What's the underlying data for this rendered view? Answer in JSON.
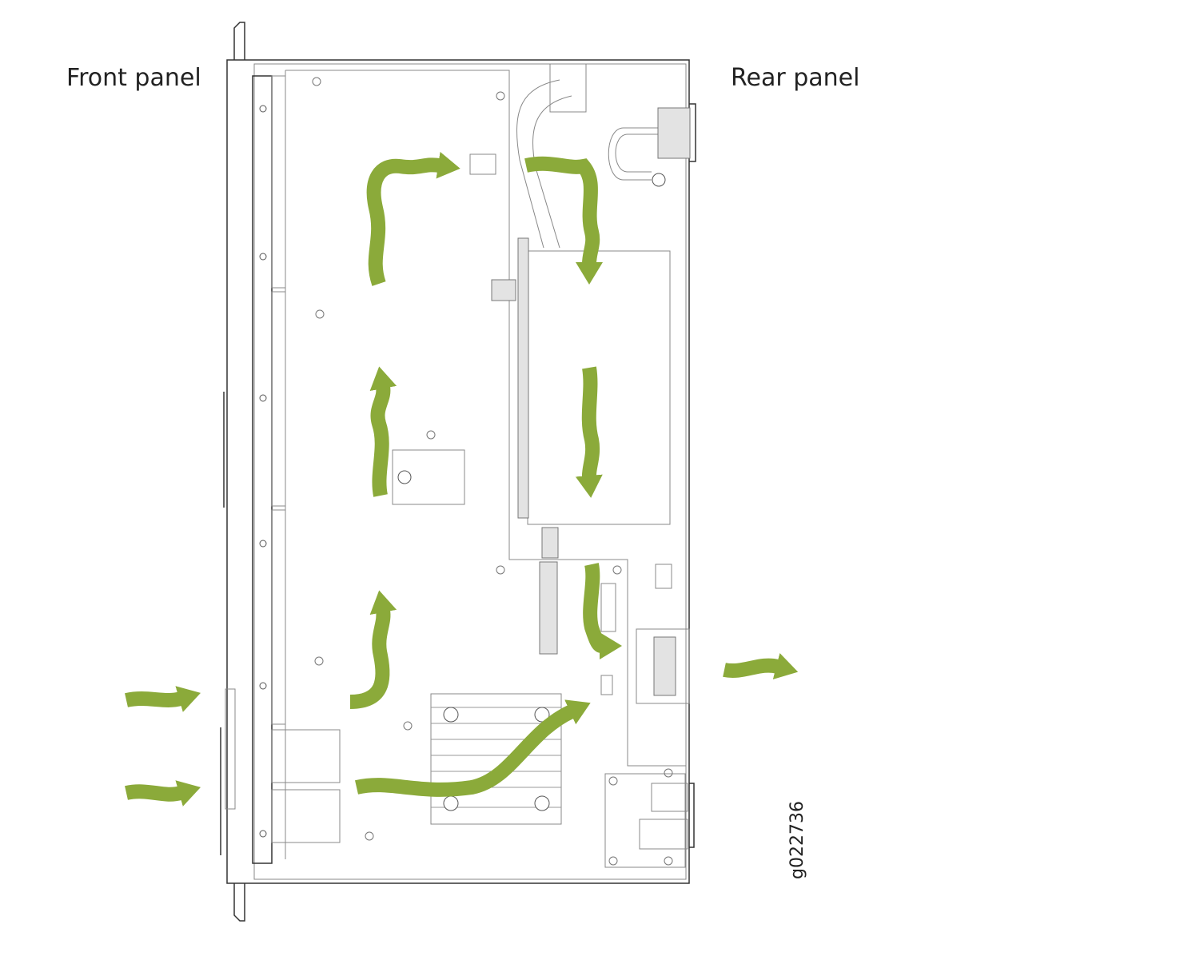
{
  "labels": {
    "front_panel": "Front panel",
    "rear_panel": "Rear panel",
    "figure_id": "g022736"
  },
  "colors": {
    "airflow": "#8BAA3A",
    "outline": "#333333",
    "component_fill": "#e3e3e3"
  }
}
